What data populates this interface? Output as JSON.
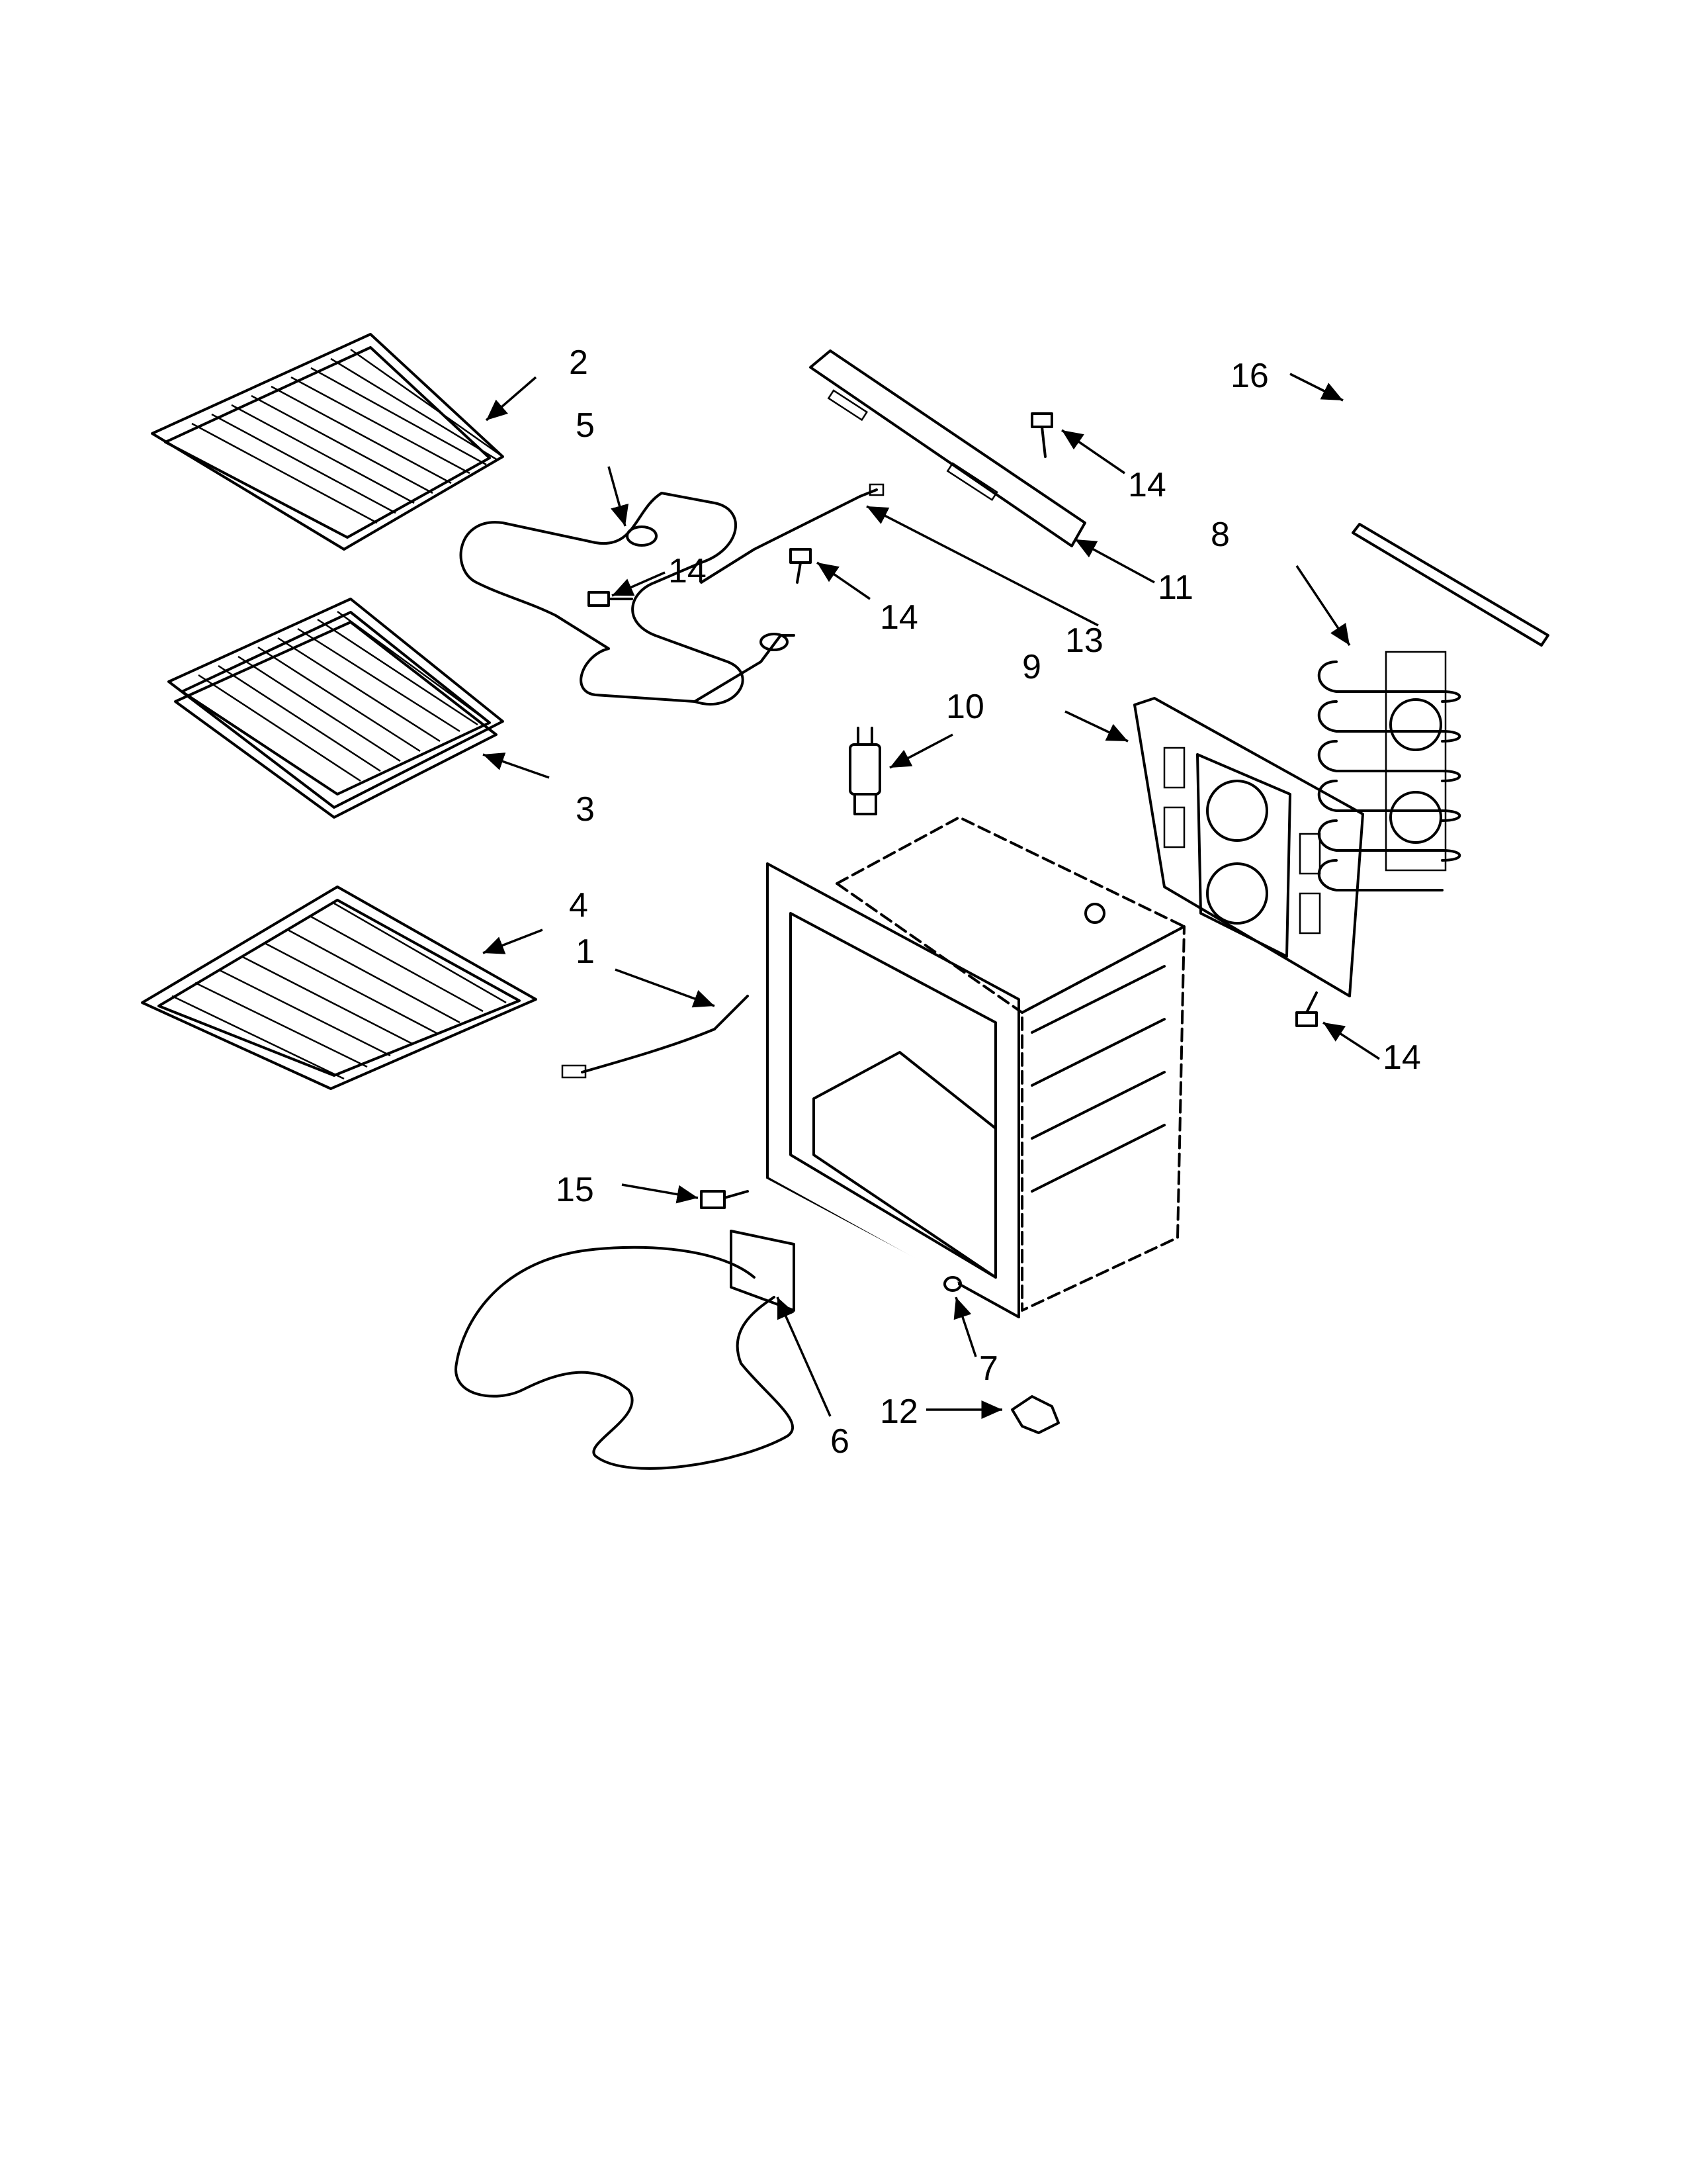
{
  "diagram": {
    "callouts": [
      {
        "id": "c1",
        "label": "1"
      },
      {
        "id": "c2",
        "label": "2"
      },
      {
        "id": "c3",
        "label": "3"
      },
      {
        "id": "c4",
        "label": "4"
      },
      {
        "id": "c5",
        "label": "5"
      },
      {
        "id": "c6",
        "label": "6"
      },
      {
        "id": "c7",
        "label": "7"
      },
      {
        "id": "c8",
        "label": "8"
      },
      {
        "id": "c9",
        "label": "9"
      },
      {
        "id": "c10",
        "label": "10"
      },
      {
        "id": "c11",
        "label": "11"
      },
      {
        "id": "c12",
        "label": "12"
      },
      {
        "id": "c13",
        "label": "13"
      },
      {
        "id": "c14a",
        "label": "14"
      },
      {
        "id": "c14b",
        "label": "14"
      },
      {
        "id": "c14c",
        "label": "14"
      },
      {
        "id": "c14d",
        "label": "14"
      },
      {
        "id": "c15",
        "label": "15"
      },
      {
        "id": "c16",
        "label": "16"
      }
    ]
  }
}
